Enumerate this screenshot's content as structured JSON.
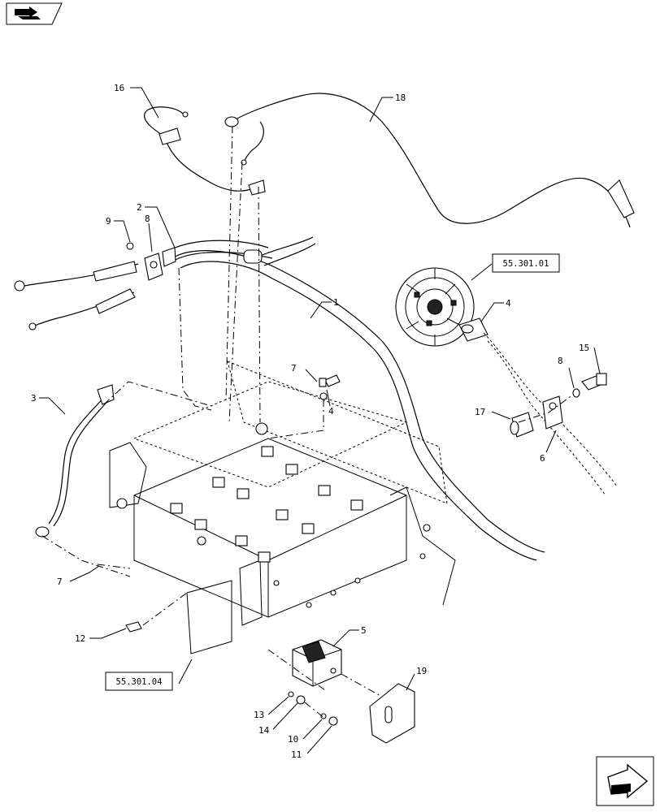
{
  "nav": {
    "top_icon": "folder-back-icon",
    "bottom_icon": "next-page-arrow-icon"
  },
  "callouts": {
    "c1": "1",
    "c2": "2",
    "c3": "3",
    "c4a": "4",
    "c4b": "4",
    "c5": "5",
    "c6": "6",
    "c7a": "7",
    "c7b": "7",
    "c8a": "8",
    "c8b": "8",
    "c9": "9",
    "c10": "10",
    "c11": "11",
    "c12": "12",
    "c13": "13",
    "c14": "14",
    "c15": "15",
    "c16": "16",
    "c17": "17",
    "c18": "18",
    "c19": "19"
  },
  "refs": {
    "alternator_ref": "55.301.01",
    "bracket_ref": "55.301.04"
  }
}
